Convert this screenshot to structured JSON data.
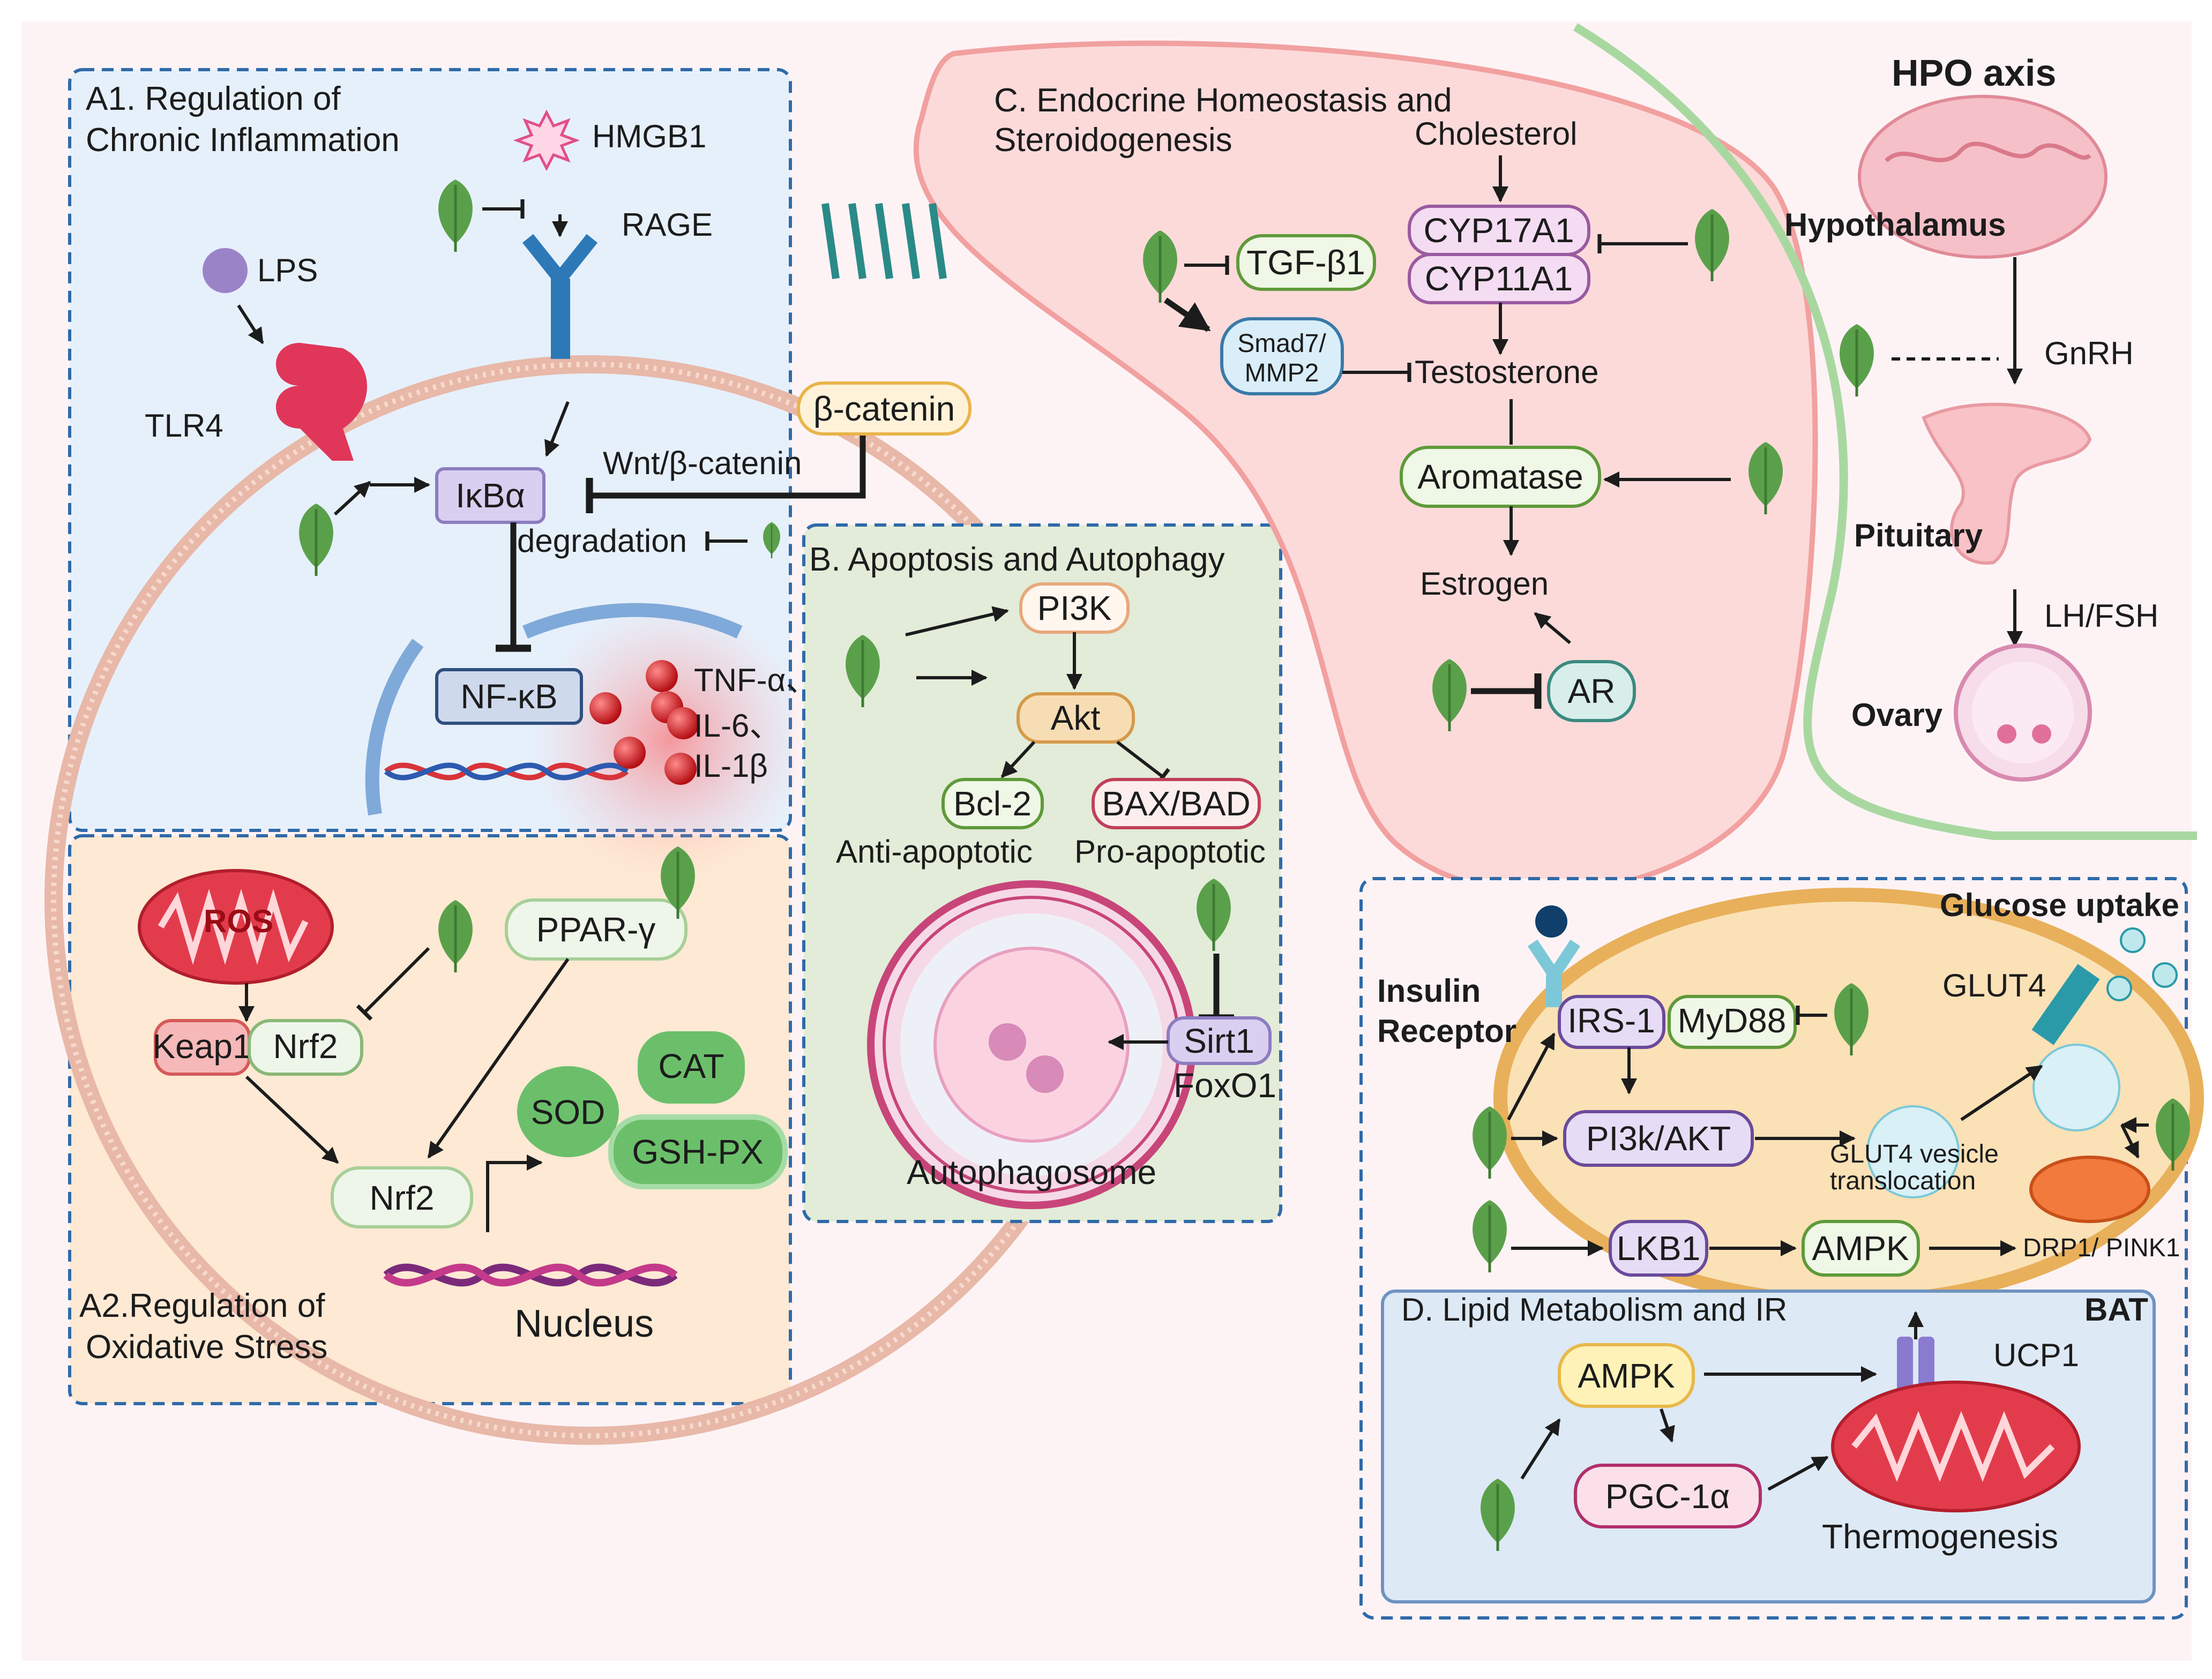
{
  "panels": {
    "a1": {
      "title_line1": "A1. Regulation of",
      "title_line2": "Chronic Inflammation"
    },
    "a2": {
      "title_line1": "A2.Regulation of",
      "title_line2": "Oxidative Stress"
    },
    "b": {
      "title": "B. Apoptosis and Autophagy"
    },
    "c": {
      "title_line1": "C. Endocrine Homeostasis and",
      "title_line2": "Steroidogenesis"
    },
    "hpo": {
      "title": "HPO axis"
    },
    "glucose": {
      "title": "Glucose uptake"
    },
    "d": {
      "title": "D.  Lipid Metabolism and IR",
      "tag": "BAT"
    }
  },
  "a1": {
    "hmgb1": "HMGB1",
    "rage": "RAGE",
    "lps": "LPS",
    "tlr4": "TLR4",
    "ikba": "IκBα",
    "wnt": "Wnt/β-catenin",
    "bcatenin": "β-catenin",
    "degradation": "degradation",
    "nfkb": "NF-κB",
    "tnf": "TNF-α、",
    "il6": "IL-6、",
    "il1b": "IL-1β"
  },
  "a2": {
    "ros": "ROS",
    "keap1": "Keap1",
    "nrf2_small": "Nrf2",
    "ppar": "PPAR-γ",
    "nrf2": "Nrf2",
    "sod": "SOD",
    "cat": "CAT",
    "gshpx": "GSH-PX",
    "nucleus": "Nucleus"
  },
  "b": {
    "pi3k": "PI3K",
    "akt": "Akt",
    "bcl2": "Bcl-2",
    "baxbad": "BAX/BAD",
    "anti": "Anti-apoptotic",
    "pro": "Pro-apoptotic",
    "sirt1": "Sirt1",
    "foxo1": "FoxO1",
    "autophagosome": "Autophagosome"
  },
  "c": {
    "cholesterol": "Cholesterol",
    "cyp17a1": "CYP17A1",
    "cyp11a1": "CYP11A1",
    "tgfb1": "TGF-β1",
    "smad7": "Smad7/",
    "mmp2": "MMP2",
    "testosterone": "Testosterone",
    "aromatase": "Aromatase",
    "estrogen": "Estrogen",
    "ar": "AR"
  },
  "hpo": {
    "hypothalamus": "Hypothalamus",
    "gnrh": "GnRH",
    "pituitary": "Pituitary",
    "lhfsh": "LH/FSH",
    "ovary": "Ovary"
  },
  "glucose": {
    "insulin1": "Insulin",
    "insulin2": "Receptor",
    "irs1": "IRS-1",
    "myd88": "MyD88",
    "glut4": "GLUT4",
    "pi3kakt": "PI3k/AKT",
    "vesicle1": "GLUT4 vesicle",
    "vesicle2": "translocation",
    "lkb1": "LKB1",
    "ampk": "AMPK",
    "drp1": "DRP1/ PINK1"
  },
  "d": {
    "ampk": "AMPK",
    "pgc1a": "PGC-1α",
    "ucp1": "UCP1",
    "thermogenesis": "Thermogenesis"
  },
  "colors": {
    "leaf": "#5aa04a",
    "panel_a1": "#e6f0fb",
    "panel_a2": "#fde9d4",
    "panel_b": "#e2ecd8",
    "panel_c": "#fcdada",
    "dashed_border": "#2f6aa8",
    "membrane": "#e8b8a8"
  }
}
